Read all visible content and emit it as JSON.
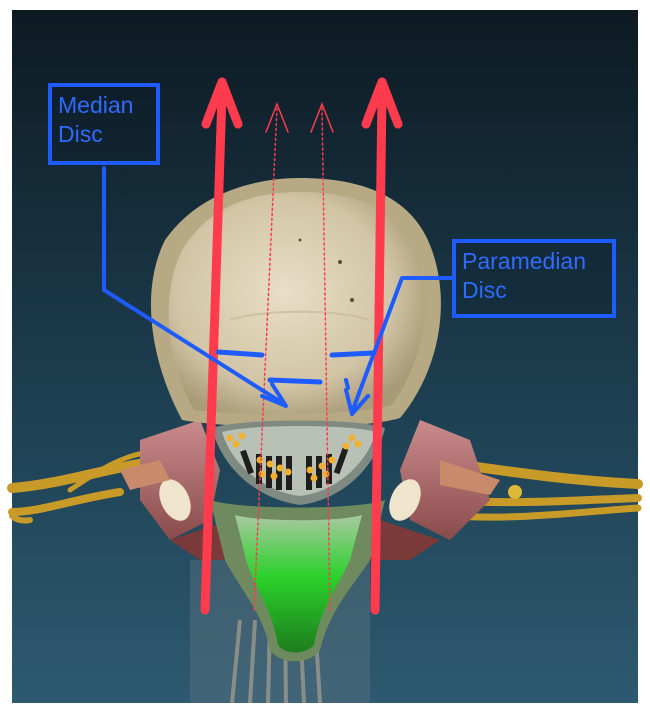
{
  "labels": {
    "median": {
      "line1": "Median",
      "line2": "Disc"
    },
    "paramedian": {
      "line1": "Paramedian",
      "line2": "Disc"
    }
  },
  "colors": {
    "background_top": "#0d1a22",
    "background_bottom": "#2d5a70",
    "bone": "#d8ccb0",
    "bone_rim": "#b0a27e",
    "arrow_red": "#ff3b4e",
    "label_blue": "#1f5cff",
    "nerve": "#c8a030",
    "cord": "#7a6e5a",
    "highlight_green": "#2bd12b"
  },
  "icons": [
    "upward-arrow",
    "label-leader-arrow"
  ]
}
